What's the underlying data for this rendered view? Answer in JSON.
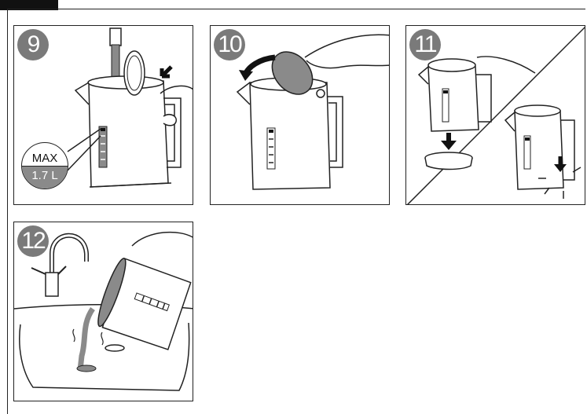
{
  "steps": [
    {
      "number": "9"
    },
    {
      "number": "10"
    },
    {
      "number": "11"
    },
    {
      "number": "12"
    }
  ],
  "max_fill": {
    "top": "MAX",
    "bottom": "1.7 L"
  },
  "colors": {
    "badge": "#7a7a7a",
    "water": "#8a8a8a",
    "line": "#222222",
    "frame_tab": "#111111"
  }
}
